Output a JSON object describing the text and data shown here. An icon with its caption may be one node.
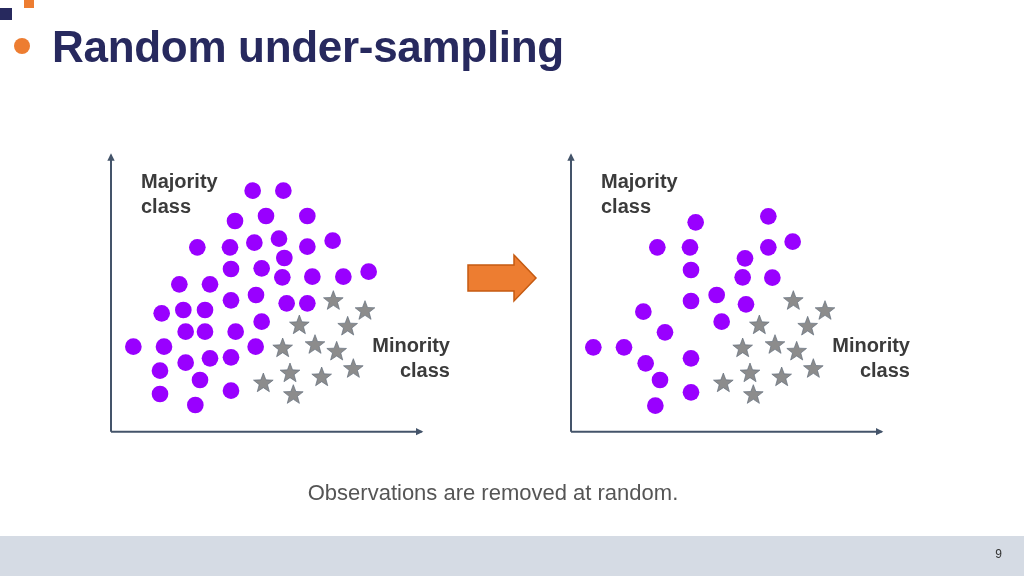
{
  "diagram": {
    "title": "Random under-sampling",
    "caption": "Observations are removed at random.",
    "nodes": [
      {
        "text": [
          "Majority class",
          "Minority class"
        ]
      },
      {
        "text": [
          "Majority class",
          "Minority class"
        ]
      }
    ],
    "edges": [
      {
        "from": 0,
        "to": 1,
        "arrow": "to"
      }
    ],
    "labels": [
      "9"
    ]
  }
}
